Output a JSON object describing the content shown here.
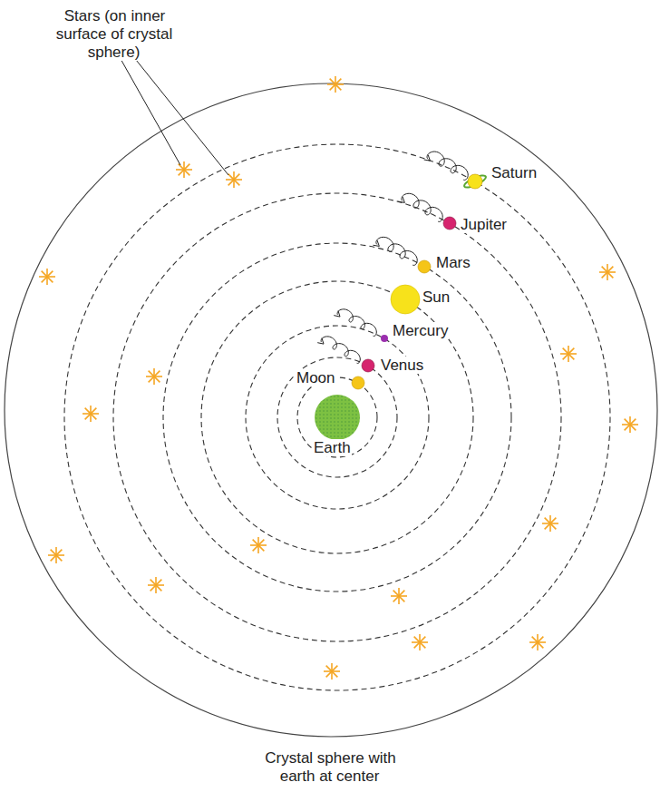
{
  "diagram": {
    "labels": [
      "Stars (on inner surface of crystal sphere)",
      "Saturn",
      "Jupiter",
      "Mars",
      "Sun",
      "Mercury",
      "Venus",
      "Moon",
      "Earth",
      "Crystal sphere with earth at center"
    ]
  }
}
